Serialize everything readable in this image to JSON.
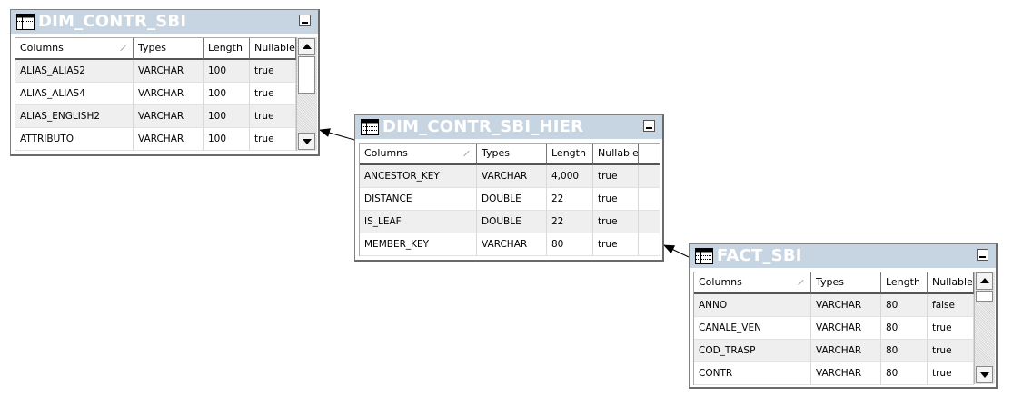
{
  "header_labels": {
    "columns": "Columns",
    "types": "Types",
    "length": "Length",
    "nullable": "Nullable"
  },
  "icons": {
    "table": "table-icon",
    "maximize": "maximize-icon",
    "scroll_up": "scroll-up-arrow-icon",
    "scroll_down": "scroll-down-arrow-icon",
    "relationship_arrow": "arrow-icon"
  },
  "colors": {
    "title_bar": "#c7d5e2",
    "title_text": "#ffffff",
    "alt_row": "#efefef",
    "connector": "#000000"
  },
  "tables": {
    "dim_contr_sbi": {
      "name": "DIM_CONTR_SBI",
      "rows": [
        {
          "column": "ALIAS_ALIAS2",
          "type": "VARCHAR",
          "length": "100",
          "nullable": "true"
        },
        {
          "column": "ALIAS_ALIAS4",
          "type": "VARCHAR",
          "length": "100",
          "nullable": "true"
        },
        {
          "column": "ALIAS_ENGLISH2",
          "type": "VARCHAR",
          "length": "100",
          "nullable": "true"
        },
        {
          "column": "ATTRIBUTO",
          "type": "VARCHAR",
          "length": "100",
          "nullable": "true"
        }
      ]
    },
    "dim_contr_sbi_hier": {
      "name": "DIM_CONTR_SBI_HIER",
      "rows": [
        {
          "column": "ANCESTOR_KEY",
          "type": "VARCHAR",
          "length": "4,000",
          "nullable": "true"
        },
        {
          "column": "DISTANCE",
          "type": "DOUBLE",
          "length": "22",
          "nullable": "true"
        },
        {
          "column": "IS_LEAF",
          "type": "DOUBLE",
          "length": "22",
          "nullable": "true"
        },
        {
          "column": "MEMBER_KEY",
          "type": "VARCHAR",
          "length": "80",
          "nullable": "true"
        }
      ]
    },
    "fact_sbi": {
      "name": "FACT_SBI",
      "rows": [
        {
          "column": "ANNO",
          "type": "VARCHAR",
          "length": "80",
          "nullable": "false"
        },
        {
          "column": "CANALE_VEN",
          "type": "VARCHAR",
          "length": "80",
          "nullable": "true"
        },
        {
          "column": "COD_TRASP",
          "type": "VARCHAR",
          "length": "80",
          "nullable": "true"
        },
        {
          "column": "CONTR",
          "type": "VARCHAR",
          "length": "80",
          "nullable": "true"
        }
      ]
    }
  }
}
